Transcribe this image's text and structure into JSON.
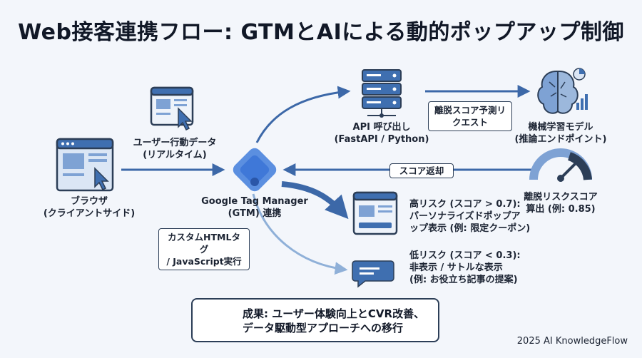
{
  "title": "Web接客連携フロー: GTMとAIによる動的ポップアップ制御",
  "nodes": {
    "browser": {
      "line1": "ブラウザ",
      "line2": "(クライアントサイド)"
    },
    "user_data": {
      "line1": "ユーザー行動データ",
      "line2": "(リアルタイム)"
    },
    "gtm": {
      "line1": "Google Tag Manager",
      "line2": "(GTM) 連携"
    },
    "custom_html": {
      "line1": "カスタムHTMLタグ",
      "line2": "/ JavaScript実行"
    },
    "api": {
      "line1": "API 呼び出し",
      "line2": "(FastAPI / Python)"
    },
    "request": {
      "line1": "離脱スコア予測リ",
      "line2": "クエスト"
    },
    "ml_model": {
      "line1": "機械学習モデル",
      "line2": "(推論エンドポイント)"
    },
    "score_return": {
      "label": "スコア返却"
    },
    "risk_score": {
      "line1": "離脱リスクスコア",
      "line2": "算出 (例: 0.85)"
    },
    "high_risk": {
      "line1": "高リスク (スコア > 0.7):",
      "line2": "パーソナライズドポップア",
      "line3": "ップ表示 (例: 限定クーポン)"
    },
    "low_risk": {
      "line1": "低リスク (スコア < 0.3):",
      "line2": "非表示 / サトルな表示",
      "line3": "(例: お役立ち記事の提案)"
    }
  },
  "result": {
    "line1": "成果: ユーザー体験向上とCVR改善、",
    "line2": "データ駆動型アプローチへの移行"
  },
  "footer": "2025 AI KnowledgeFlow",
  "colors": {
    "accent": "#3f6fb0",
    "dark": "#2c3e57",
    "light": "#9cb8dc",
    "arrow": "#3c68a8"
  }
}
